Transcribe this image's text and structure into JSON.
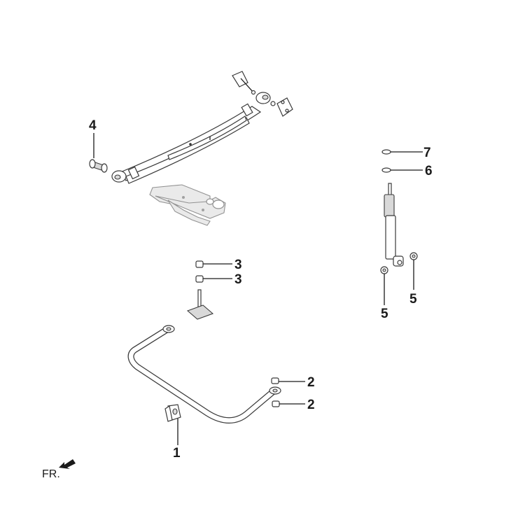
{
  "diagram": {
    "callouts": [
      {
        "id": "c1",
        "text": "1"
      },
      {
        "id": "c2a",
        "text": "2"
      },
      {
        "id": "c2b",
        "text": "2"
      },
      {
        "id": "c3a",
        "text": "3"
      },
      {
        "id": "c3b",
        "text": "3"
      },
      {
        "id": "c4",
        "text": "4"
      },
      {
        "id": "c5a",
        "text": "5"
      },
      {
        "id": "c5b",
        "text": "5"
      },
      {
        "id": "c6",
        "text": "6"
      },
      {
        "id": "c7",
        "text": "7"
      }
    ],
    "orientation_label": "FR."
  }
}
